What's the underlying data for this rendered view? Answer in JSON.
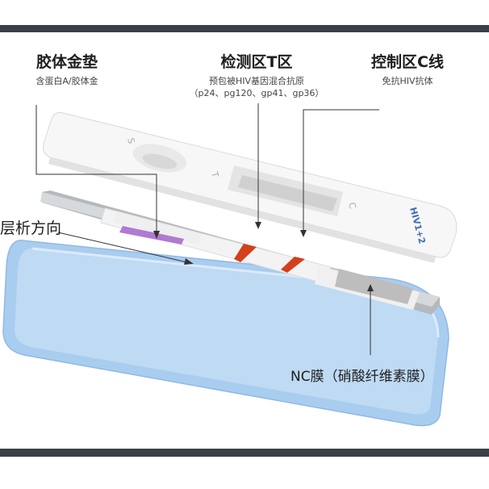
{
  "labels": {
    "conjugate_pad": {
      "title": "胶体金垫",
      "sub": "含蛋白A/胶体金"
    },
    "test_zone": {
      "title": "检测区T区",
      "sub1": "预包被HIV基因混合抗原",
      "sub2": "（p24、pg120、gp41、gp36）"
    },
    "control_zone": {
      "title": "控制区C线",
      "sub": "免抗HIV抗体"
    },
    "chromatography": "层析方向",
    "nc_membrane": "NC膜（硝酸纤维素膜）"
  },
  "cassette": {
    "s_mark": "S",
    "t_mark": "T",
    "c_mark": "C",
    "brand": "HIV1+2"
  },
  "colors": {
    "frame_bar": "#3b3f47",
    "tray": "#a9cdef",
    "test_line": "#d2401c",
    "gold_pad": "#b07ad0"
  }
}
